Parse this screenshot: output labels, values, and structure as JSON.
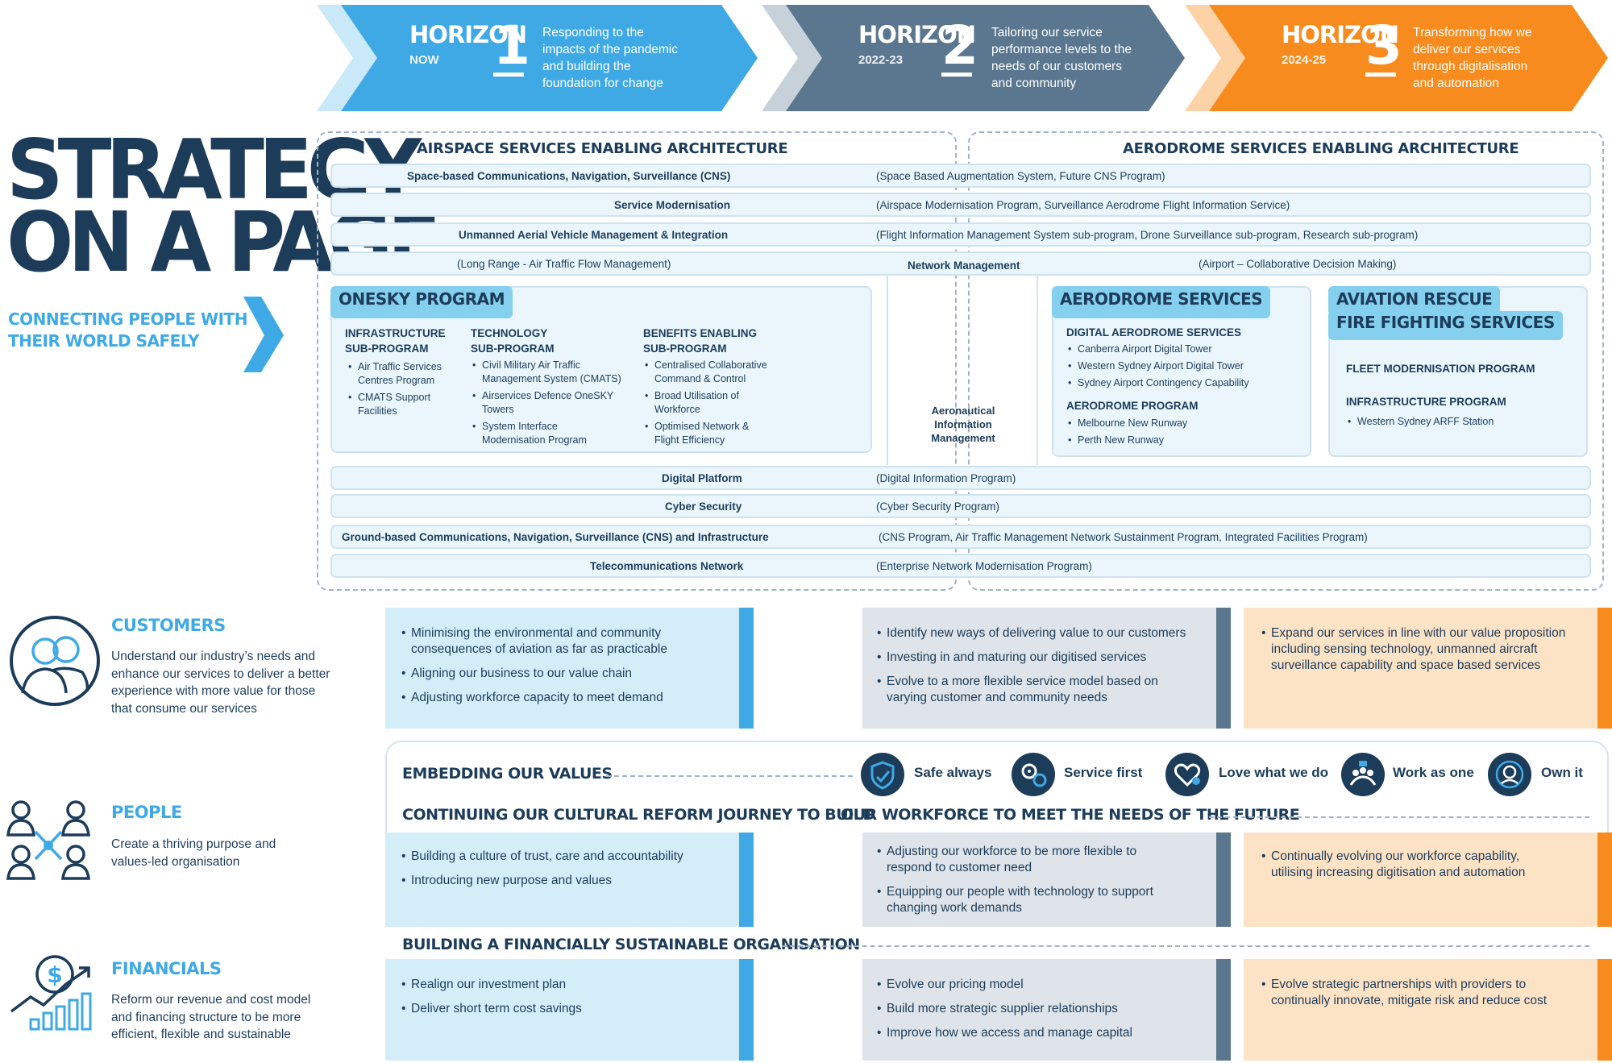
{
  "horizons": [
    {
      "title": "HORIZON",
      "sub": "NOW",
      "num": "1",
      "desc": [
        "Responding to the",
        "impacts of the pandemic",
        "and building the",
        "foundation for change"
      ],
      "color": "#3fa9e6"
    },
    {
      "title": "HORIZON",
      "sub": "2022-23",
      "num": "2",
      "desc": [
        "Tailoring our service",
        "performance levels to the",
        "needs of our customers",
        "and community"
      ],
      "color": "#5a778f"
    },
    {
      "title": "HORIZON",
      "sub": "2024-25",
      "num": "3",
      "desc": [
        "Transforming how we",
        "deliver our services",
        "through digitalisation",
        "and automation"
      ],
      "color": "#f88b1e"
    }
  ],
  "title": {
    "line1": "STRATEGY",
    "line2": "ON A PAGE",
    "tagline1": "CONNECTING PEOPLE WITH",
    "tagline2": "THEIR WORLD SAFELY"
  },
  "arch": {
    "left_head": "AIRSPACE SERVICES ENABLING ARCHITECTURE",
    "right_head": "AERODROME SERVICES ENABLING ARCHITECTURE",
    "rows": [
      {
        "label": "Space-based Communications, Navigation, Surveillance (CNS)",
        "text": "(Space Based Augmentation System, Future CNS Program)"
      },
      {
        "label": "Service Modernisation",
        "text": "(Airspace Modernisation Program, Surveillance Aerodrome Flight Information Service)"
      },
      {
        "label": "Unmanned Aerial Vehicle Management & Integration",
        "text": "(Flight Information Management System sub-program, Drone Surveillance sub-program, Research sub-program)"
      },
      {
        "left": "(Long Range - Air Traffic Flow Management)",
        "label": "Network Management",
        "right": "(Airport – Collaborative Decision Making)"
      },
      {
        "label": "Digital Platform",
        "text": "(Digital Information Program)"
      },
      {
        "label": "Cyber Security",
        "text": "(Cyber Security Program)"
      },
      {
        "label": "Ground-based Communications, Navigation, Surveillance (CNS) and Infrastructure",
        "text": "(CNS Program, Air Traffic Management Network Sustainment Program, Integrated Facilities Program)"
      },
      {
        "label": "Telecommunications Network",
        "text": "(Enterprise Network Modernisation Program)"
      }
    ],
    "onesky": {
      "head": "ONESKY PROGRAM",
      "cols": [
        {
          "head1": "INFRASTRUCTURE",
          "head2": "SUB-PROGRAM",
          "items": [
            [
              "Air Traffic Services",
              "Centres Program"
            ],
            [
              "CMATS Support",
              "Facilities"
            ]
          ]
        },
        {
          "head1": "TECHNOLOGY",
          "head2": "SUB-PROGRAM",
          "items": [
            [
              "Civil Military Air Traffic",
              "Management System (CMATS)"
            ],
            [
              "Airservices Defence OneSKY",
              "Towers"
            ],
            [
              "System Interface",
              "Modernisation Program"
            ]
          ]
        },
        {
          "head1": "BENEFITS ENABLING",
          "head2": "SUB-PROGRAM",
          "items": [
            [
              "Centralised Collaborative",
              "Command & Control"
            ],
            [
              "Broad Utilisation of",
              "Workforce"
            ],
            [
              "Optimised Network &",
              "Flight Efficiency"
            ]
          ]
        }
      ]
    },
    "aim": [
      "Aeronautical",
      "Information",
      "Management"
    ],
    "aerodrome": {
      "head": "AERODROME SERVICES",
      "sub1": "DIGITAL AERODROME SERVICES",
      "items1": [
        "Canberra Airport Digital Tower",
        "Western Sydney Airport Digital Tower",
        "Sydney Airport Contingency Capability"
      ],
      "sub2": "AERODROME PROGRAM",
      "items2": [
        "Melbourne New Runway",
        "Perth New Runway"
      ]
    },
    "arff": {
      "head1": "AVIATION RESCUE",
      "head2": "FIRE FIGHTING SERVICES",
      "sub1": "FLEET MODERNISATION PROGRAM",
      "sub2": "INFRASTRUCTURE PROGRAM",
      "items2": [
        "Western Sydney ARFF Station"
      ]
    }
  },
  "pillars": {
    "customers": {
      "head": "CUSTOMERS",
      "desc": [
        "Understand our industry’s needs and",
        "enhance our services to deliver a better",
        "experience with more value for those",
        "that consume our services"
      ]
    },
    "people": {
      "head": "PEOPLE",
      "desc": [
        "Create a thriving purpose and",
        "values-led organisation"
      ]
    },
    "financials": {
      "head": "FINANCIALS",
      "desc": [
        "Reform our revenue and cost model",
        "and financing structure to be more",
        "efficient, flexible and sustainable"
      ]
    }
  },
  "customers_boxes": [
    [
      [
        "Minimising the environmental and community",
        "consequences of aviation as far as practicable"
      ],
      [
        "Aligning our business to our value chain"
      ],
      [
        "Adjusting workforce capacity to meet demand"
      ]
    ],
    [
      [
        "Identify new ways of delivering value to our customers"
      ],
      [
        "Investing in and maturing our digitised services"
      ],
      [
        "Evolve to a more flexible service model based on",
        "varying customer and community needs"
      ]
    ],
    [
      [
        "Expand our services in line with our value proposition",
        "including sensing technology, unmanned aircraft",
        "surveillance capability and space based services"
      ]
    ]
  ],
  "values": {
    "head": "EMBEDDING OUR VALUES",
    "items": [
      {
        "label": "Safe always",
        "icon": "shield-check-icon"
      },
      {
        "label": "Service first",
        "icon": "gears-icon"
      },
      {
        "label": "Love what we do",
        "icon": "heart-icon"
      },
      {
        "label": "Work as one",
        "icon": "team-icon"
      },
      {
        "label": "Own it",
        "icon": "person-icon"
      }
    ]
  },
  "culture": {
    "head_left": "CONTINUING OUR CULTURAL REFORM  JOURNEY TO BUILD",
    "head_right": "OUR WORKFORCE TO MEET THE NEEDS OF THE FUTURE"
  },
  "people_boxes": [
    [
      [
        "Building a culture of trust, care and accountability"
      ],
      [
        "Introducing new purpose and values"
      ]
    ],
    [
      [
        "Adjusting our workforce to be more flexible to",
        "respond to customer need"
      ],
      [
        "Equipping our people with technology to support",
        "changing work demands"
      ]
    ],
    [
      [
        "Continually evolving our workforce capability,",
        "utilising increasing digitisation and automation"
      ]
    ]
  ],
  "financial_head": "BUILDING A FINANCIALLY SUSTAINABLE ORGANISATION",
  "financial_boxes": [
    [
      [
        "Realign our investment plan"
      ],
      [
        "Deliver short term cost savings"
      ]
    ],
    [
      [
        "Evolve our pricing model"
      ],
      [
        "Build more strategic supplier relationships"
      ],
      [
        "Improve how we access and manage capital"
      ]
    ],
    [
      [
        "Evolve strategic partnerships with providers to",
        "continually innovate, mitigate risk and reduce cost"
      ]
    ]
  ]
}
